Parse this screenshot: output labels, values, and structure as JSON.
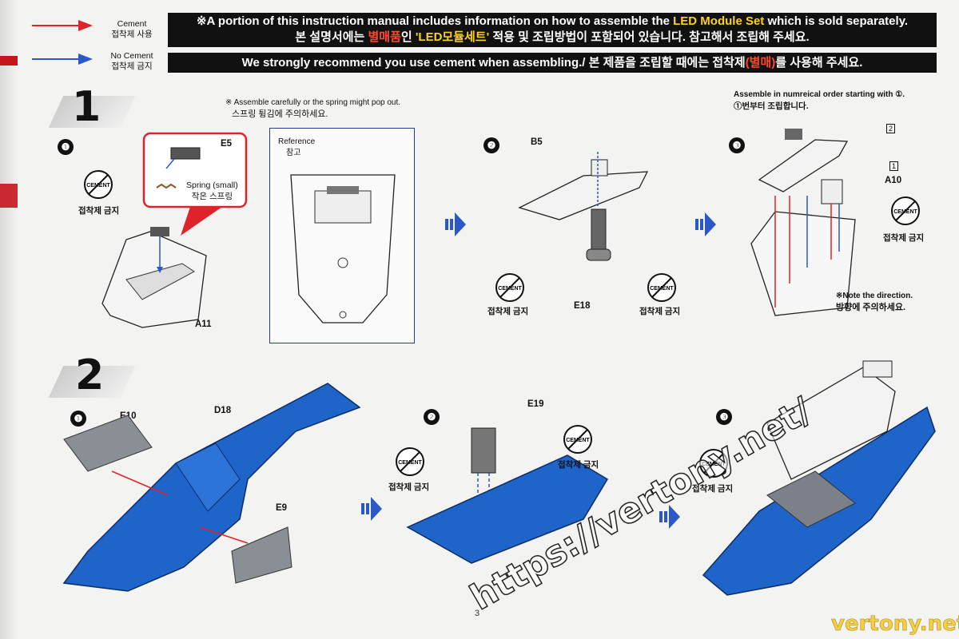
{
  "legend": {
    "cement_en": "Cement",
    "cement_kr": "접착제 사용",
    "nocement_en": "No Cement",
    "nocement_kr": "접착제 금지",
    "cement_arrow_color": "#e0232a",
    "nocement_arrow_color": "#2a58c8"
  },
  "banner": {
    "line1_pre": "※A portion of this instruction manual includes information on how to assemble the ",
    "line1_hl": "LED Module Set",
    "line1_post": " which is sold separately.",
    "line2_pre": "본 설명서에는 ",
    "line2_red": "별매품",
    "line2_mid": "인 ",
    "line2_hl": "'LED모듈세트'",
    "line2_post": " 적용 및 조립방법이 포함되어 있습니다. 참고해서 조립해 주세요.",
    "line3_pre": "We strongly recommend you use cement when assembling./ 본 제품을 조립할 때에는 접착제",
    "line3_red": "(별매)",
    "line3_post": "를 사용해 주세요."
  },
  "steps": {
    "s1": "1",
    "s2": "2",
    "c1": "❶",
    "c2": "❷",
    "c3": "❸"
  },
  "step1": {
    "note_en": "※ Assemble carefully or the spring might pop out.",
    "note_kr": "스프링 튕김에 주의하세요.",
    "e5": "E5",
    "spring_en": "Spring (small)",
    "spring_kr": "작은 스프링",
    "a11": "A11",
    "nocement_kr": "접착제 금지",
    "ref_en": "Reference",
    "ref_kr": "참고",
    "b5": "B5",
    "e18": "E18",
    "order_en": "Assemble in numreical order starting with ①.",
    "order_kr": "①번부터 조립합니다.",
    "n1": "1",
    "n2": "2",
    "a10": "A10",
    "dir_en": "※Note the direction.",
    "dir_kr": "방향에 주의하세요."
  },
  "step2": {
    "e10": "E10",
    "d18": "D18",
    "e9": "E9",
    "e19": "E19",
    "nocement_kr": "접착제 금지"
  },
  "cement_word": "CEMENT",
  "page_number": "3",
  "watermark": "https://vertony.net/",
  "watermark2": "vertony.net",
  "colors": {
    "blue_part": "#1f64c8",
    "gray_part": "#8a8f96",
    "banner_bg": "#111111",
    "highlight": "#ffd21e",
    "red_text": "#ff4a2a"
  }
}
